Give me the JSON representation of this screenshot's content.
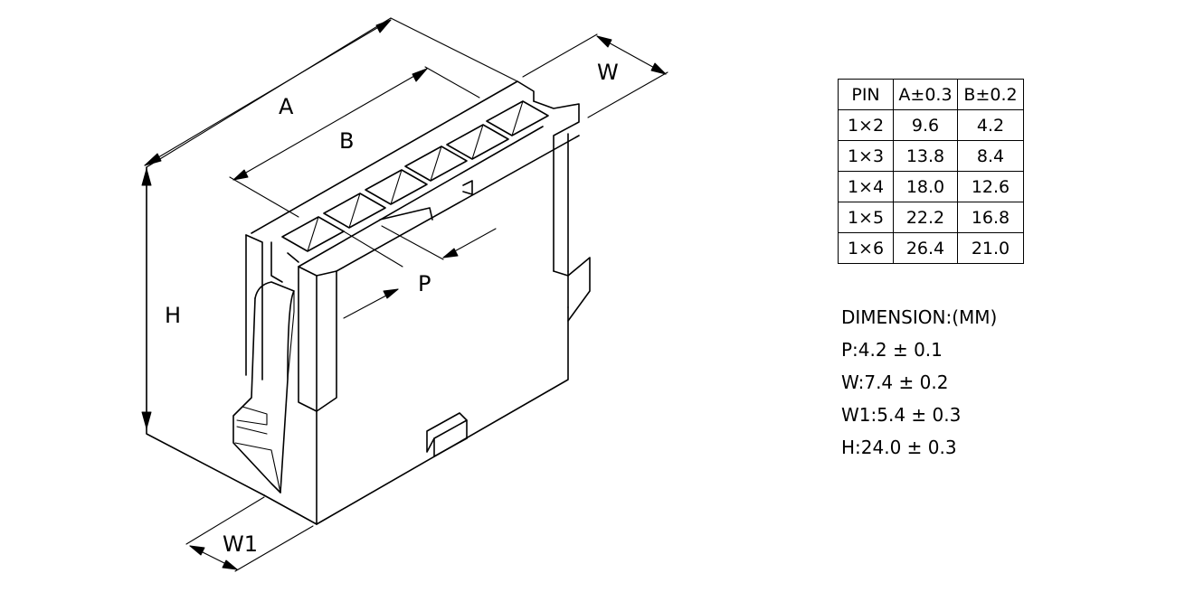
{
  "drawing": {
    "labels": {
      "A": "A",
      "B": "B",
      "W": "W",
      "H": "H",
      "P": "P",
      "W1": "W1"
    }
  },
  "table": {
    "headers": [
      "PIN",
      "A±0.3",
      "B±0.2"
    ],
    "rows": [
      [
        "1×2",
        "9.6",
        "4.2"
      ],
      [
        "1×3",
        "13.8",
        "8.4"
      ],
      [
        "1×4",
        "18.0",
        "12.6"
      ],
      [
        "1×5",
        "22.2",
        "16.8"
      ],
      [
        "1×6",
        "26.4",
        "21.0"
      ]
    ]
  },
  "notes": {
    "title": "DIMENSION:(MM)",
    "p": "P:4.2 ± 0.1",
    "w": "W:7.4 ± 0.2",
    "w1": "W1:5.4 ± 0.3",
    "h": "H:24.0 ± 0.3"
  }
}
